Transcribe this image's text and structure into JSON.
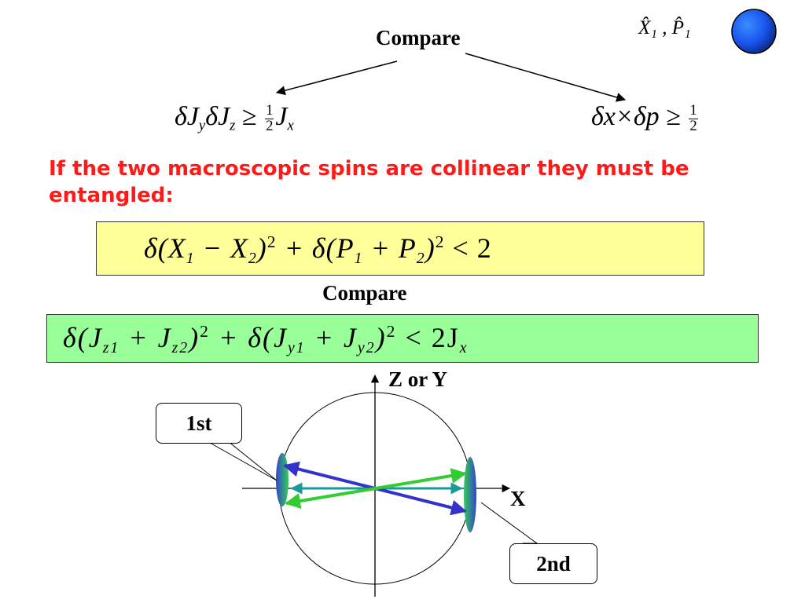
{
  "top": {
    "compare_label": "Compare",
    "operators": "X̂₁ , P̂₁",
    "left_formula": {
      "parts": [
        "δJ",
        "y",
        "δJ",
        "z",
        "≥",
        "1",
        "2",
        "J",
        "x"
      ]
    },
    "right_formula": {
      "parts": [
        "δx×δp ≥",
        "1",
        "2"
      ]
    }
  },
  "statement": {
    "line1": "If the two macroscopic spins are collinear they must be",
    "line2": "entangled:"
  },
  "yellow_box": {
    "formula": {
      "a": "δ(X",
      "s1": "1",
      "b": " − X",
      "s2": "2",
      "c": ")",
      "p1": "2",
      "d": " + δ(P",
      "s3": "1",
      "e": " + P",
      "s4": "2",
      "f": ")",
      "p2": "2",
      "g": " < 2"
    }
  },
  "middle": {
    "compare_label": "Compare"
  },
  "green_box": {
    "formula": {
      "a": "δ(J",
      "s1": "z1",
      "b": " + J",
      "s2": "z2",
      "c": ")",
      "p1": "2",
      "d": " + δ(J",
      "s3": "y1",
      "e": " + J",
      "s4": "y2",
      "f": ")",
      "p2": "2",
      "g": " < 2J",
      "s5": "x"
    }
  },
  "diagram": {
    "vertical_axis_label": "Z or Y",
    "horizontal_axis_label": "X",
    "callout_first": "1st",
    "callout_second": "2nd",
    "colors": {
      "blue_arrow": "#3333cc",
      "green_arrow": "#33cc33",
      "teal_arrow": "#1a9999",
      "ellipse_green": "#33cc33",
      "ellipse_blue": "#3344cc"
    }
  }
}
